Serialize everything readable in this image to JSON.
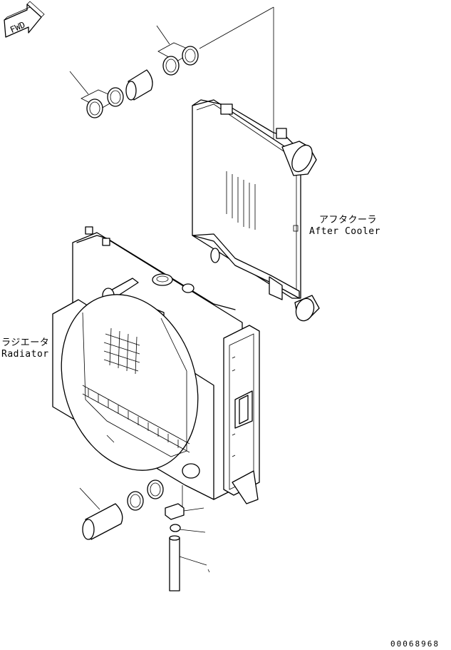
{
  "fwd_label": "FWD",
  "after_cooler": {
    "jp": "アフタクーラ",
    "en": "After Cooler"
  },
  "radiator": {
    "jp": "ラジエータ",
    "en": "Radiator"
  },
  "drawing_code": "00068968"
}
